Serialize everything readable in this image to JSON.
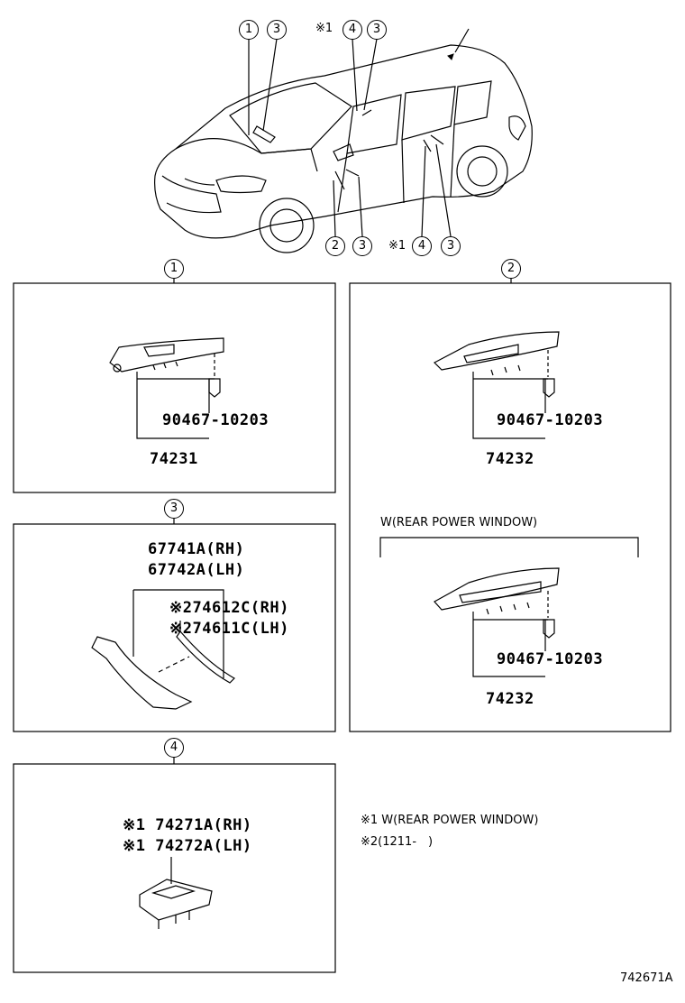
{
  "callouts": {
    "c1": "1",
    "c2": "2",
    "c3": "3",
    "c4": "4",
    "note_mark": "※1"
  },
  "panel1": {
    "part_fastener": "90467-10203",
    "part_main": "74231"
  },
  "panel2": {
    "part_fastener_a": "90467-10203",
    "part_main_a": "74232",
    "variant_label": "W(REAR POWER WINDOW)",
    "part_fastener_b": "90467-10203",
    "part_main_b": "74232"
  },
  "panel3": {
    "part_rh": "67741A(RH)",
    "part_lh": "67742A(LH)",
    "sub_rh": "※274612C(RH)",
    "sub_lh": "※274611C(LH)"
  },
  "panel4": {
    "part_rh": "※1 74271A(RH)",
    "part_lh": "※1 74272A(LH)"
  },
  "notes": {
    "note1": "※1 W(REAR POWER WINDOW)",
    "note2": "※2(1211-　)"
  },
  "figure_id": "742671A"
}
